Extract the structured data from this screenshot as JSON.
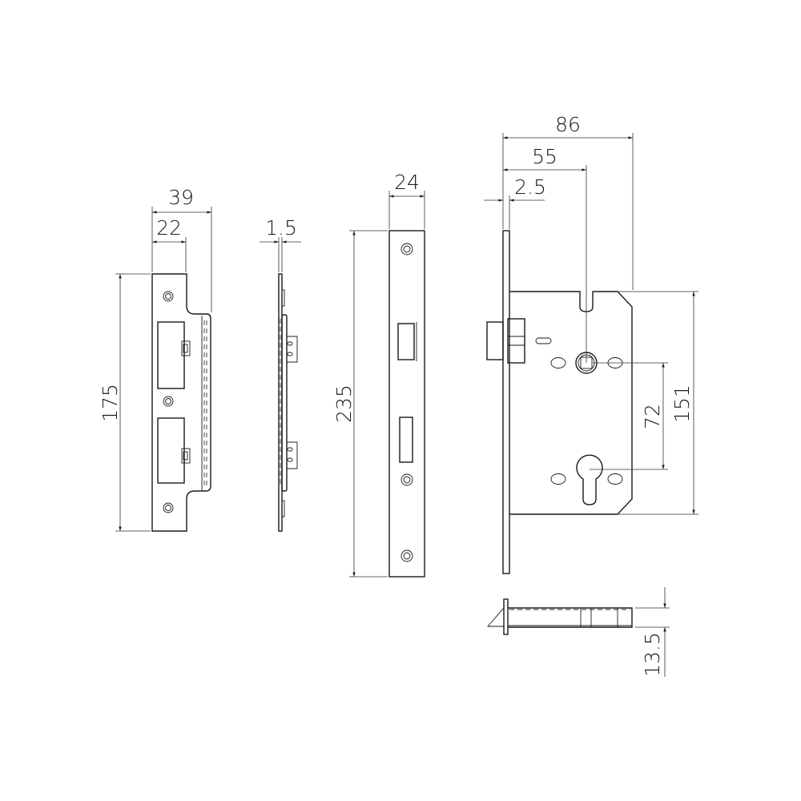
{
  "strike_plate": {
    "width": "39",
    "lip_width": "22",
    "height": "175"
  },
  "strike_side": {
    "thickness": "1.5"
  },
  "faceplate": {
    "width": "24",
    "height": "235"
  },
  "lock_body": {
    "overall_depth": "86",
    "backset": "55",
    "faceplate_thickness": "2.5",
    "centre_distance": "72",
    "case_height": "151"
  },
  "top_view": {
    "case_thickness": "13.5"
  },
  "colors": {
    "line": "#1a1a1a",
    "background": "#ffffff"
  }
}
